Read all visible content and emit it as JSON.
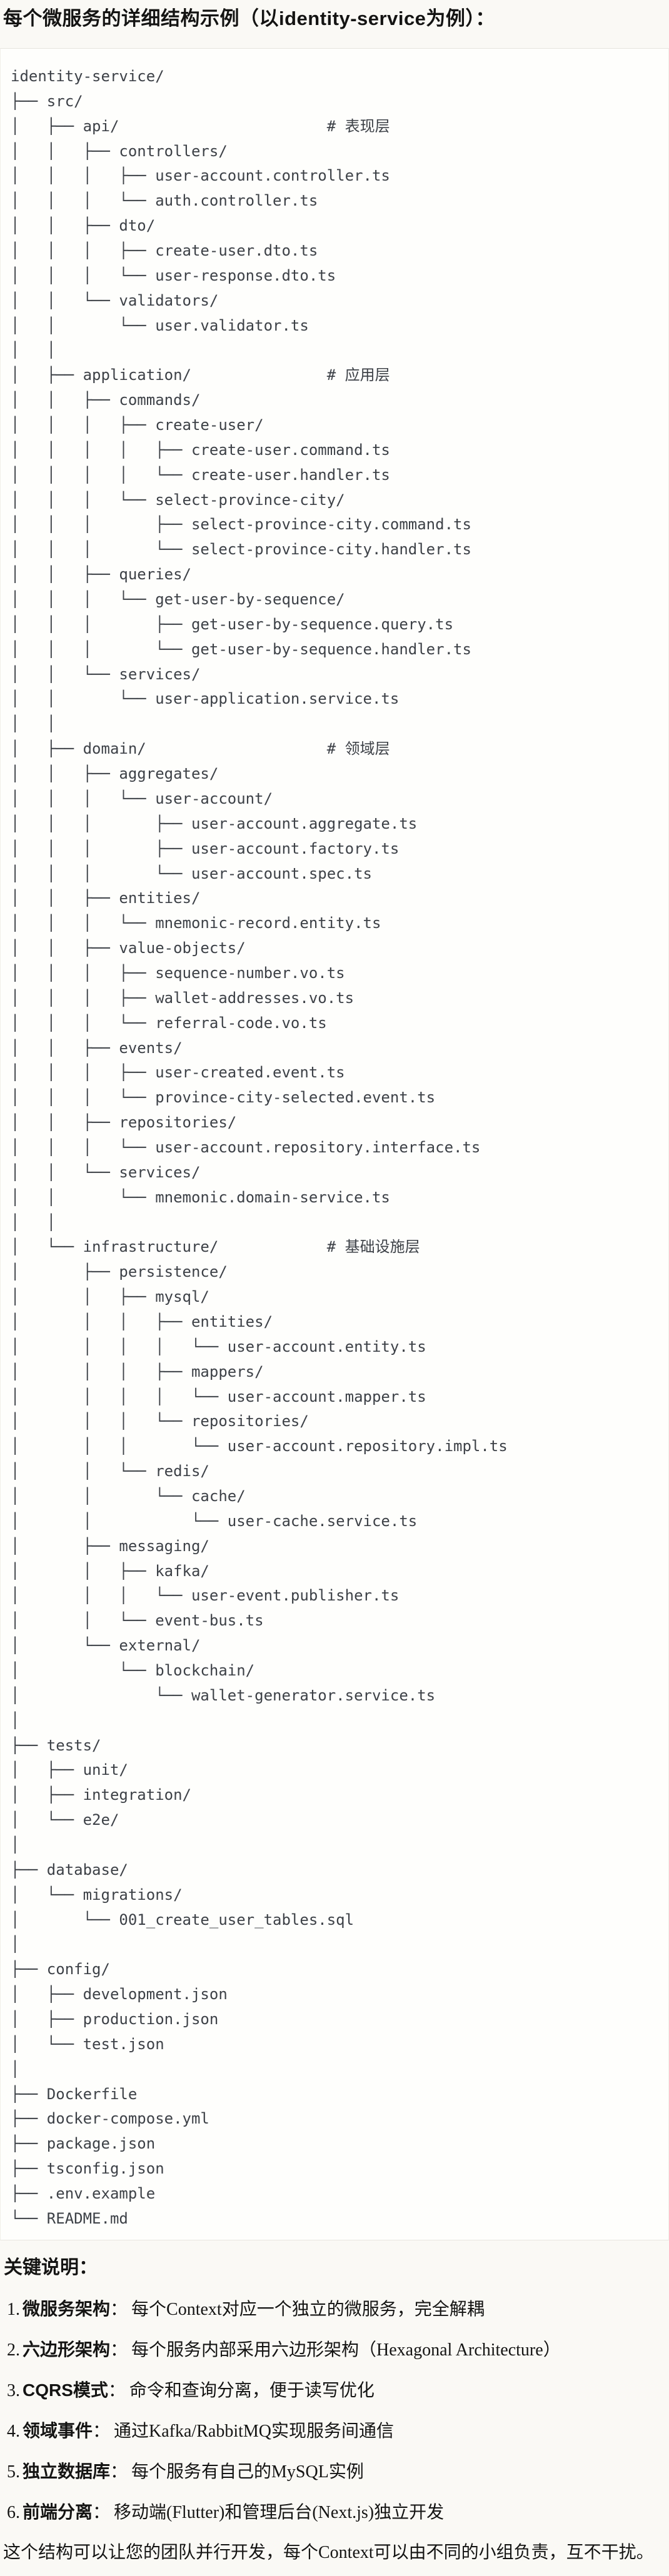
{
  "page": {
    "title": "每个微服务的详细结构示例（以identity-service为例）："
  },
  "tree": {
    "lines": [
      "identity-service/",
      "├── src/",
      "│   ├── api/                       # 表现层",
      "│   │   ├── controllers/",
      "│   │   │   ├── user-account.controller.ts",
      "│   │   │   └── auth.controller.ts",
      "│   │   ├── dto/",
      "│   │   │   ├── create-user.dto.ts",
      "│   │   │   └── user-response.dto.ts",
      "│   │   └── validators/",
      "│   │       └── user.validator.ts",
      "│   │",
      "│   ├── application/               # 应用层",
      "│   │   ├── commands/",
      "│   │   │   ├── create-user/",
      "│   │   │   │   ├── create-user.command.ts",
      "│   │   │   │   └── create-user.handler.ts",
      "│   │   │   └── select-province-city/",
      "│   │   │       ├── select-province-city.command.ts",
      "│   │   │       └── select-province-city.handler.ts",
      "│   │   ├── queries/",
      "│   │   │   └── get-user-by-sequence/",
      "│   │   │       ├── get-user-by-sequence.query.ts",
      "│   │   │       └── get-user-by-sequence.handler.ts",
      "│   │   └── services/",
      "│   │       └── user-application.service.ts",
      "│   │",
      "│   ├── domain/                    # 领域层",
      "│   │   ├── aggregates/",
      "│   │   │   └── user-account/",
      "│   │   │       ├── user-account.aggregate.ts",
      "│   │   │       ├── user-account.factory.ts",
      "│   │   │       └── user-account.spec.ts",
      "│   │   ├── entities/",
      "│   │   │   └── mnemonic-record.entity.ts",
      "│   │   ├── value-objects/",
      "│   │   │   ├── sequence-number.vo.ts",
      "│   │   │   ├── wallet-addresses.vo.ts",
      "│   │   │   └── referral-code.vo.ts",
      "│   │   ├── events/",
      "│   │   │   ├── user-created.event.ts",
      "│   │   │   └── province-city-selected.event.ts",
      "│   │   ├── repositories/",
      "│   │   │   └── user-account.repository.interface.ts",
      "│   │   └── services/",
      "│   │       └── mnemonic.domain-service.ts",
      "│   │",
      "│   └── infrastructure/            # 基础设施层",
      "│       ├── persistence/",
      "│       │   ├── mysql/",
      "│       │   │   ├── entities/",
      "│       │   │   │   └── user-account.entity.ts",
      "│       │   │   ├── mappers/",
      "│       │   │   │   └── user-account.mapper.ts",
      "│       │   │   └── repositories/",
      "│       │   │       └── user-account.repository.impl.ts",
      "│       │   └── redis/",
      "│       │       └── cache/",
      "│       │           └── user-cache.service.ts",
      "│       ├── messaging/",
      "│       │   ├── kafka/",
      "│       │   │   └── user-event.publisher.ts",
      "│       │   └── event-bus.ts",
      "│       └── external/",
      "│           └── blockchain/",
      "│               └── wallet-generator.service.ts",
      "│",
      "├── tests/",
      "│   ├── unit/",
      "│   ├── integration/",
      "│   └── e2e/",
      "│",
      "├── database/",
      "│   └── migrations/",
      "│       └── 001_create_user_tables.sql",
      "│",
      "├── config/",
      "│   ├── development.json",
      "│   ├── production.json",
      "│   └── test.json",
      "│",
      "├── Dockerfile",
      "├── docker-compose.yml",
      "├── package.json",
      "├── tsconfig.json",
      "├── .env.example",
      "└── README.md"
    ]
  },
  "notes": {
    "heading": "关键说明：",
    "colon": "：",
    "items": [
      {
        "num": "1.",
        "label": "微服务架构",
        "text": "每个Context对应一个独立的微服务，完全解耦"
      },
      {
        "num": "2.",
        "label": "六边形架构",
        "text": "每个服务内部采用六边形架构（Hexagonal Architecture）"
      },
      {
        "num": "3.",
        "label": "CQRS模式",
        "text": "命令和查询分离，便于读写优化"
      },
      {
        "num": "4.",
        "label": "领域事件",
        "text": "通过Kafka/RabbitMQ实现服务间通信"
      },
      {
        "num": "5.",
        "label": "独立数据库",
        "text": "每个服务有自己的MySQL实例"
      },
      {
        "num": "6.",
        "label": "前端分离",
        "text": "移动端(Flutter)和管理后台(Next.js)独立开发"
      }
    ]
  },
  "footer": {
    "text": "这个结构可以让您的团队并行开发，每个Context可以由不同的小组负责，互不干扰。"
  }
}
